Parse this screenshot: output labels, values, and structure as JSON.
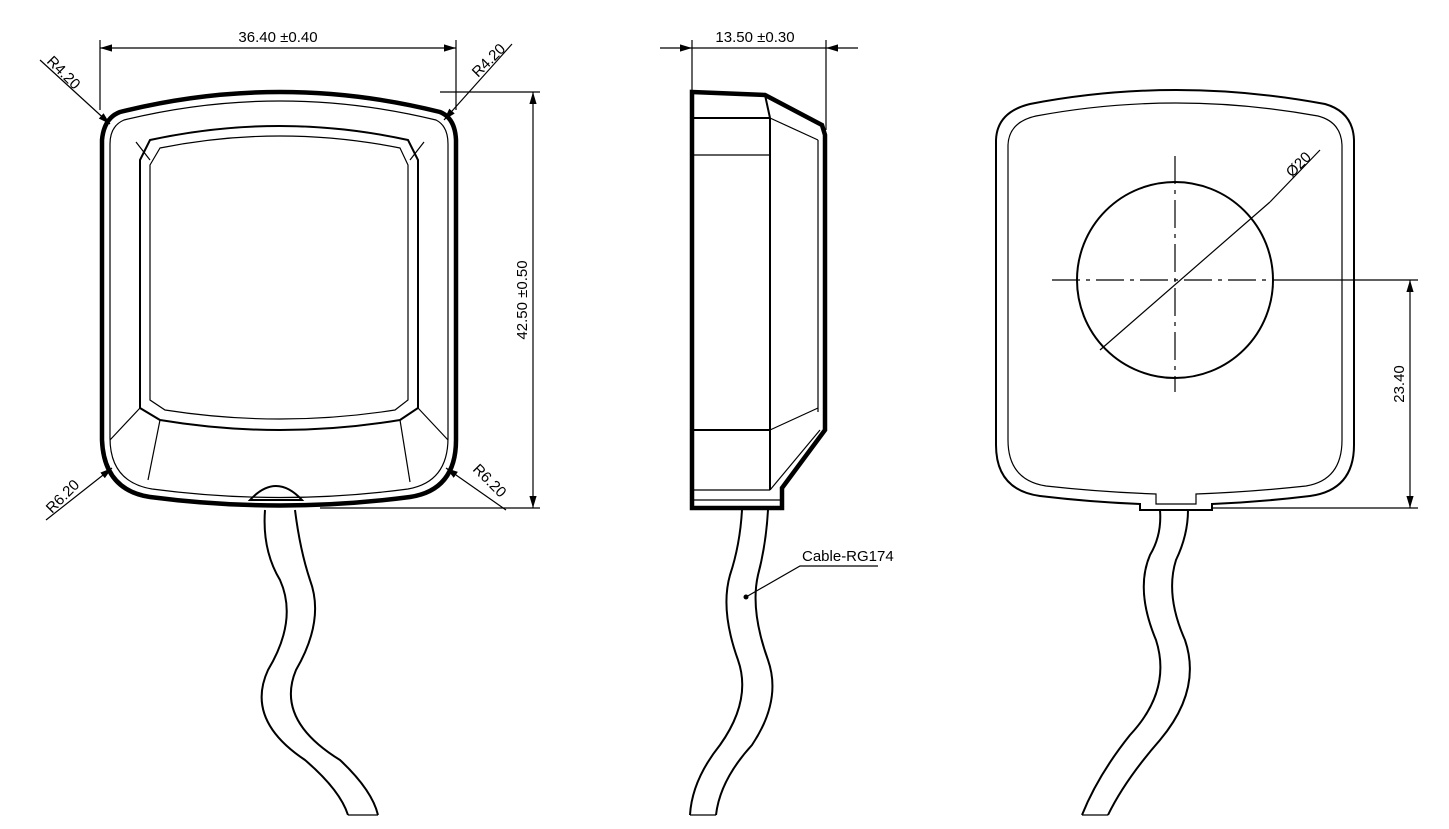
{
  "front_view": {
    "width_dim": "36.40 ±0.40",
    "height_dim": "42.50 ±0.50",
    "radius_top_left": "R4.20",
    "radius_top_right": "R4.20",
    "radius_bottom_left": "R6.20",
    "radius_bottom_right": "R6.20"
  },
  "side_view": {
    "depth_dim": "13.50 ±0.30",
    "cable_label": "Cable-RG174"
  },
  "back_view": {
    "diameter_dim": "Ø20",
    "offset_dim": "23.40"
  }
}
